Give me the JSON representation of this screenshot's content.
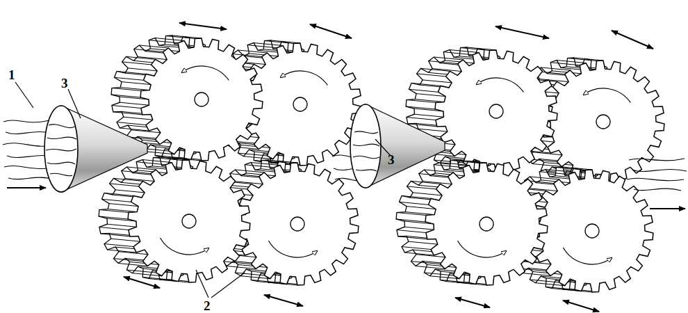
{
  "diagram": {
    "labels": [
      "1",
      "3",
      "3",
      "2"
    ]
  }
}
